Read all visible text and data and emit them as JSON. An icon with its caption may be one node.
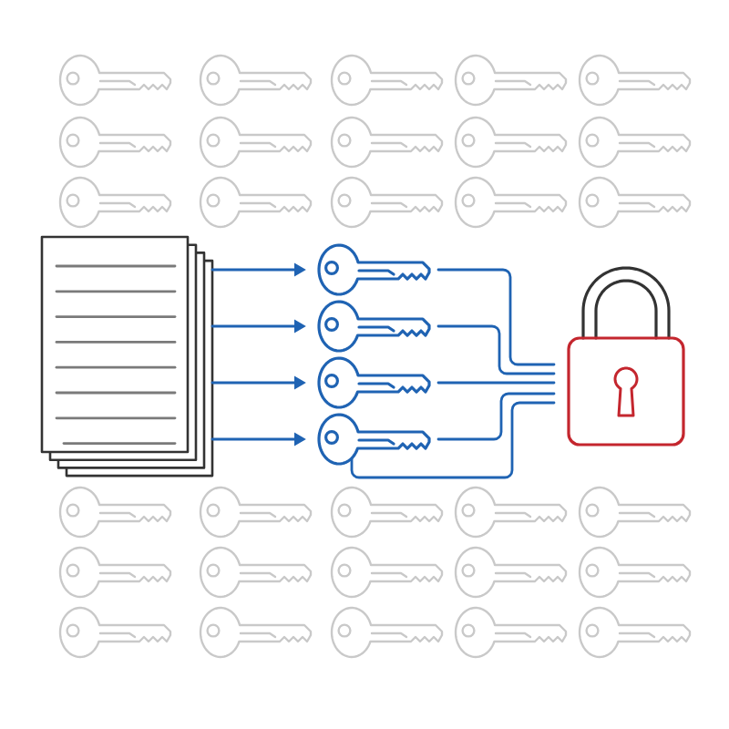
{
  "diagram": {
    "nodes": [
      {
        "text": [],
        "shape": "document"
      },
      {
        "text": [],
        "shape": "key"
      },
      {
        "text": [],
        "shape": "key"
      },
      {
        "text": [],
        "shape": "key"
      },
      {
        "text": [],
        "shape": "key"
      },
      {
        "text": [],
        "shape": "padlock"
      }
    ],
    "edges": [
      {
        "from": 0,
        "to": 1,
        "arrow": "to"
      },
      {
        "from": 0,
        "to": 2,
        "arrow": "to"
      },
      {
        "from": 0,
        "to": 3,
        "arrow": "to"
      },
      {
        "from": 0,
        "to": 4,
        "arrow": "to"
      },
      {
        "from": 1,
        "to": 5,
        "arrow": "none"
      },
      {
        "from": 2,
        "to": 5,
        "arrow": "none"
      },
      {
        "from": 3,
        "to": 5,
        "arrow": "none"
      },
      {
        "from": 4,
        "to": 5,
        "arrow": "none"
      },
      {
        "from": 4,
        "to": 5,
        "arrow": "none"
      }
    ]
  }
}
